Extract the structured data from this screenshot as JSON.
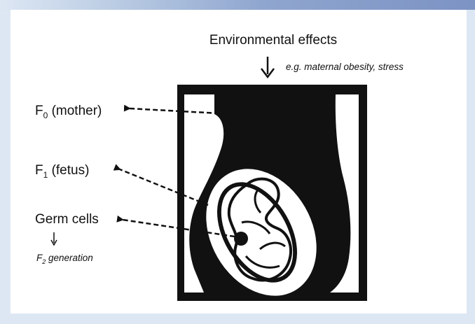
{
  "colors": {
    "slide_bg": "#ffffff",
    "outer_bg": "#dde7f3",
    "ink": "#111111"
  },
  "diagram": {
    "environment_label": "Environmental effects",
    "environment_example": "e.g. maternal obesity, stress",
    "f0_sym": "F",
    "f0_sub": "0",
    "f0_text": " (mother)",
    "f1_sym": "F",
    "f1_sub": "1",
    "f1_text": " (fetus)",
    "germ_label": "Germ cells",
    "f2_sym": "F",
    "f2_sub": "2",
    "f2_text": " generation"
  }
}
